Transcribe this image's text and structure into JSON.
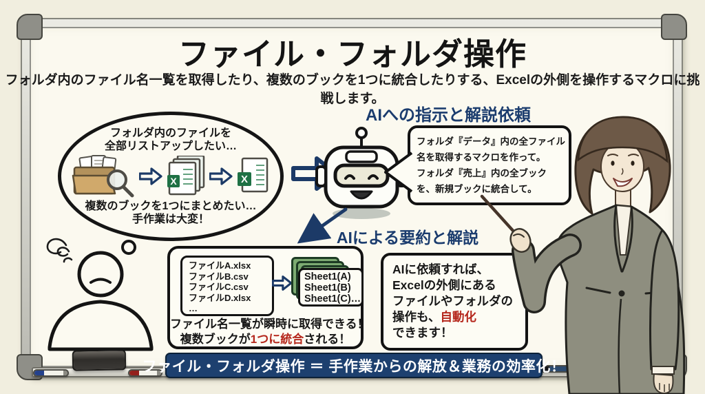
{
  "meta": {
    "kind": "whiteboard-lesson-illustration",
    "language": "ja"
  },
  "colors": {
    "wall": "#f1eedf",
    "board": "#fbf9ef",
    "navy": "#1b3c6e",
    "red": "#b5271c",
    "excel_green": "#1f7145",
    "sheet_green": "#7dab72",
    "folder_tan": "#d0a96b",
    "banner_bg": "#1d406f",
    "banner_text": "#ffffff",
    "suit": "#8e8e7f"
  },
  "header": {
    "title": "ファイル・フォルダ操作",
    "subtitle": "フォルダ内のファイル名一覧を取得したり、複数のブックを1つに統合したりする、Excelの外側を操作するマクロに挑戦します。"
  },
  "thought_bubble": {
    "top_lines": [
      "フォルダ内のファイルを",
      "全部リストアップしたい…"
    ],
    "bottom_lines": [
      "複数のブックを1つにまとめたい…",
      "手作業は大変！"
    ]
  },
  "icons_text": {
    "excel_x": "X"
  },
  "ai_request": {
    "label": "AIへの指示と解説依頼",
    "bubble_lines": [
      "フォルダ『データ』内の全ファイル",
      "名を取得するマクロを作って。",
      "フォルダ『売上』内の全ブック",
      "を、新規ブックに統合して。"
    ]
  },
  "ai_summary": {
    "label": "AIによる要約と解説"
  },
  "summary_box": {
    "file_list": [
      "ファイルA.xlsx",
      "ファイルB.csv",
      "ファイルC.csv",
      "ファイルD.xlsx",
      "…"
    ],
    "sheet_list": [
      "Sheet1(A)",
      "Sheet1(B)",
      "Sheet1(C)…"
    ],
    "result_line1": "ファイル名一覧が瞬時に取得できる！",
    "result_line2_pre": "複数ブックが",
    "result_line2_red": "1つに統合",
    "result_line2_post": "される！"
  },
  "outcome_box": {
    "lines": [
      "AIに依頼すれば、",
      "Excelの外側にある",
      "ファイルやフォルダの"
    ],
    "line4_pre": "操作も、",
    "line4_red": "自動化",
    "line5": "できます！"
  },
  "banner": {
    "text": "ファイル・フォルダ操作 ＝ 手作業からの解放＆業務の効率化！"
  }
}
